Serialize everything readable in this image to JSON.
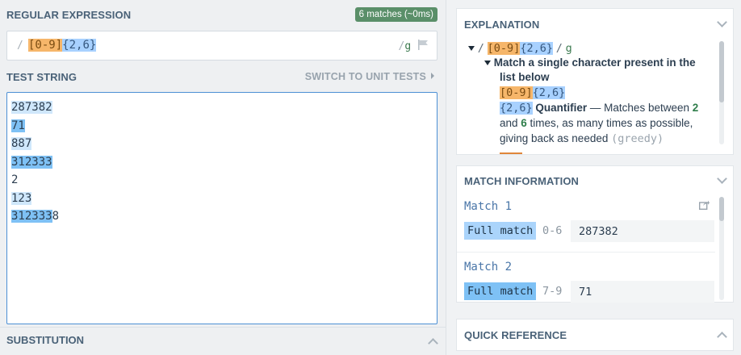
{
  "regex_panel": {
    "title": "REGULAR EXPRESSION",
    "match_badge": "6 matches (~0ms)",
    "delimiter_open": "/",
    "pattern_set": "[0-9]",
    "pattern_quantifier": "{2,6}",
    "delimiter_close": "/",
    "flags": "g"
  },
  "test_panel": {
    "title": "TEST STRING",
    "switch_label": "SWITCH TO UNIT TESTS",
    "lines": [
      {
        "match": "287382",
        "rest": ""
      },
      {
        "match": "71",
        "rest": ""
      },
      {
        "match": "887",
        "rest": ""
      },
      {
        "match": "312333",
        "rest": ""
      },
      {
        "match": "",
        "rest": "2"
      },
      {
        "match": "123",
        "rest": ""
      },
      {
        "match": "312333",
        "rest": "8"
      }
    ]
  },
  "substitution": {
    "title": "SUBSTITUTION"
  },
  "explanation": {
    "title": "EXPLANATION",
    "root_open": "/",
    "root_set": "[0-9]",
    "root_quant": "{2,6}",
    "root_close": "/",
    "root_flags": "g",
    "node_line1": "Match a single character present in the",
    "node_line2": "list below",
    "detail_set": "[0-9]",
    "detail_quant": "{2,6}",
    "quant_token": "{2,6}",
    "quant_label": "Quantifier",
    "quant_dash": " — Matches between ",
    "quant_min": "2",
    "quant_and": "and ",
    "quant_max": "6",
    "quant_rest": " times, as many times as possible,",
    "quant_line3": "giving back as needed ",
    "quant_greedy": "(greedy)"
  },
  "match_info": {
    "title": "MATCH INFORMATION",
    "matches": [
      {
        "label": "Match 1",
        "tag": "Full match",
        "range": "0-6",
        "value": "287382"
      },
      {
        "label": "Match 2",
        "tag": "Full match",
        "range": "7-9",
        "value": "71"
      }
    ]
  },
  "quick_reference": {
    "title": "QUICK REFERENCE"
  },
  "colors": {
    "set_token": "#f6b66a",
    "quantifier_token": "#a8d1ff",
    "match_light": "#cfe7fb",
    "match_dark": "#7ec1f5",
    "badge": "#5a8f69"
  }
}
